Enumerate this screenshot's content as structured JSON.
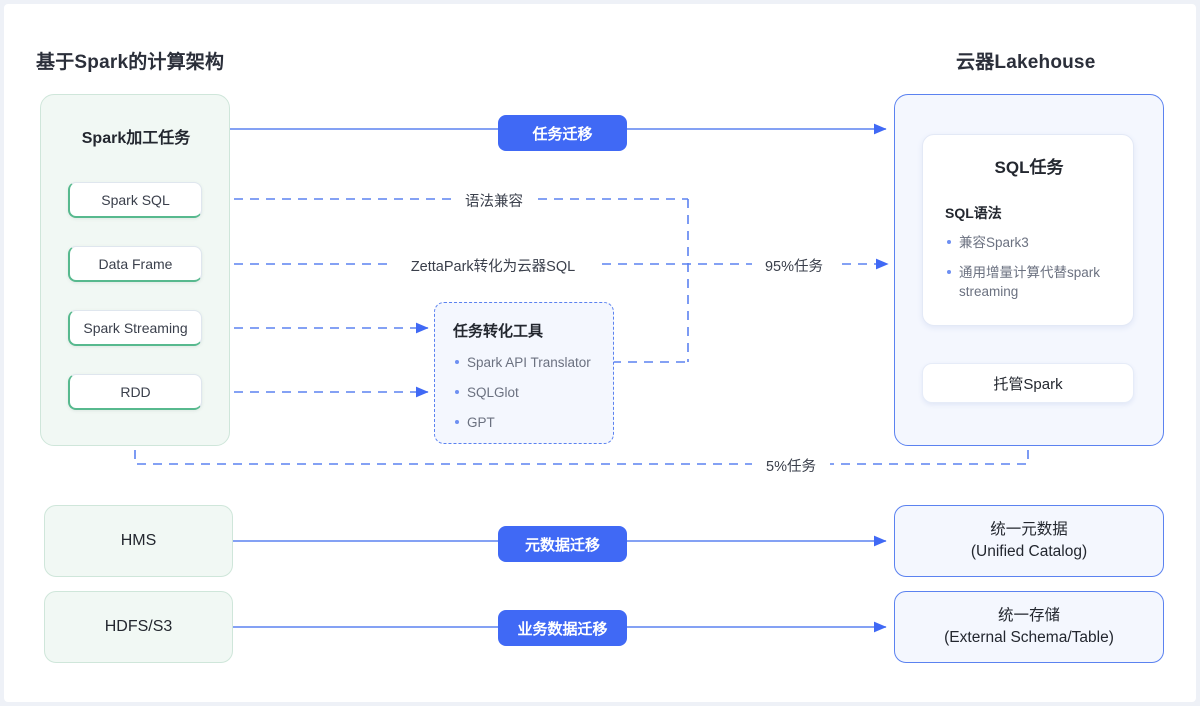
{
  "titles": {
    "left": "基于Spark的计算架构",
    "right": "云器Lakehouse"
  },
  "left": {
    "panel_title": "Spark加工任务",
    "components": [
      {
        "label": "Spark SQL"
      },
      {
        "label": "Data Frame"
      },
      {
        "label": "Spark Streaming"
      },
      {
        "label": "RDD"
      }
    ],
    "hms": "HMS",
    "hdfs": "HDFS/S3"
  },
  "tool_box": {
    "title": "任务转化工具",
    "items": [
      "Spark API Translator",
      "SQLGlot",
      "GPT"
    ]
  },
  "right": {
    "sql_card": {
      "title": "SQL任务",
      "subtitle": "SQL语法",
      "bullets": [
        "兼容Spark3",
        "通用增量计算代替spark streaming"
      ]
    },
    "managed_spark": "托管Spark",
    "unified_catalog": {
      "line1": "统一元数据",
      "line2": "(Unified Catalog)"
    },
    "unified_storage": {
      "line1": "统一存储",
      "line2": "(External Schema/Table)"
    }
  },
  "badges": {
    "task_migration": "任务迁移",
    "metadata_migration": "元数据迁移",
    "business_data_migration": "业务数据迁移"
  },
  "edge_labels": {
    "syntax_compat": "语法兼容",
    "zettapark": "ZettaPark转化为云器SQL",
    "pct95": "95%任务",
    "pct5": "5%任务"
  },
  "colors": {
    "accent_blue": "#4069f5",
    "line_blue": "#5b82f0",
    "panel_green": "#f1f8f4",
    "panel_blue": "#f4f7fe",
    "green_accent": "#57b98e"
  }
}
